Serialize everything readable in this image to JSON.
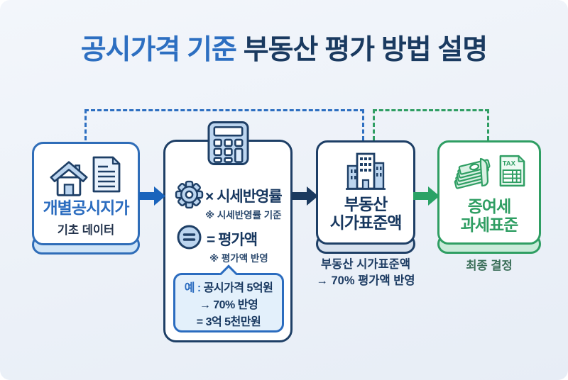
{
  "title": {
    "highlight": "공시가격 기준 ",
    "rest": "부동산 평가 방법 설명"
  },
  "colors": {
    "accent_blue": "#2d6fc1",
    "accent_navy": "#1a3a60",
    "accent_green": "#2f9e63",
    "arrow_blue": "#1a64bc",
    "arrow_navy": "#1b3a5f",
    "arrow_green": "#2aa266",
    "icon_light_blue": "#bcd5ef",
    "icon_light_green": "#d9f0e3"
  },
  "steps": {
    "base_data": {
      "title": "개별공시지가",
      "subtitle": "기초 데이터",
      "icons": [
        "house-icon",
        "document-icon"
      ]
    },
    "calculation": {
      "icon": "calculator-icon",
      "rows": [
        {
          "icon": "gear-icon",
          "label": "× 시세반영률",
          "note": "※ 시세반영률 기준"
        },
        {
          "icon": "equals-icon",
          "label": "= 평가액",
          "note": "※ 평가액 반영"
        }
      ],
      "example": {
        "prefix": "예 : ",
        "line1": "공시가격 5억원",
        "line2": "→ 70% 반영",
        "line3": "= 3억 5천만원"
      }
    },
    "standard_value": {
      "icon": "building-icon",
      "title_line1": "부동산",
      "title_line2": "시가표준액",
      "caption_line1": "부동산 시가표준액",
      "caption_line2": "→ 70% 평가액 반영"
    },
    "tax_base": {
      "icons": [
        "money-stack-icon",
        "tax-document-icon"
      ],
      "tax_label": "TAX",
      "title_line1": "증여세",
      "title_line2": "과세표준",
      "caption": "최종 결정"
    }
  }
}
